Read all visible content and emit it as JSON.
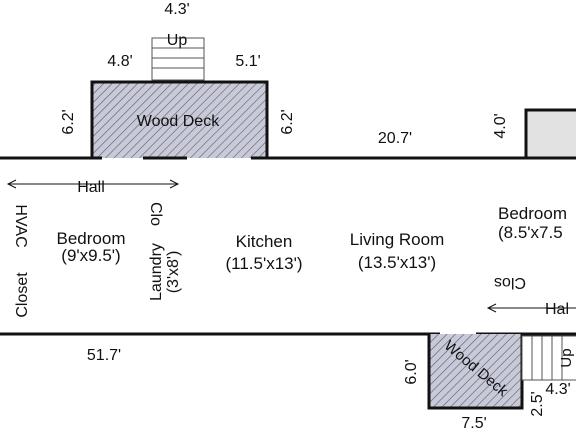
{
  "colors": {
    "wall": "#111111",
    "deck_fill": "#c8cad8",
    "hatch": "#5a5a6e",
    "stair_line": "#555555",
    "adjacent_fill": "#e2e2e2",
    "text": "#111111"
  },
  "dimensions": {
    "stair_width_top": "4.3'",
    "deck_left_span": "4.8'",
    "deck_right_span": "5.1'",
    "deck_left_depth": "6.2'",
    "deck_right_depth": "6.2'",
    "top_wall_span": "20.7'",
    "right_depth": "4.0'",
    "bottom_wall_span": "51.7'",
    "lower_deck_depth": "6.0'",
    "lower_deck_width": "7.5'",
    "lower_stair_rise": "2.5'",
    "lower_stair_width": "4.3'"
  },
  "labels": {
    "stairs_up_top": "Up",
    "upper_deck": "Wood Deck",
    "lower_deck": "Wood Deck",
    "hall_left": "Hall",
    "hall_right": "Hal",
    "hvac": "HVAC",
    "closet": "Closet",
    "closet_small": "Clo",
    "closet_right": "Clos",
    "laundry": "Laundry",
    "laundry_size": "(3'x8')",
    "bedroom_left": "Bedroom",
    "bedroom_left_size": "(9'x9.5')",
    "kitchen": "Kitchen",
    "kitchen_size": "(11.5'x13')",
    "living_room": "Living Room",
    "living_room_size": "(13.5'x13')",
    "bedroom_right": "Bedroom",
    "bedroom_right_size": "(8.5'x7.5",
    "stairs_up_lower": "Up"
  }
}
